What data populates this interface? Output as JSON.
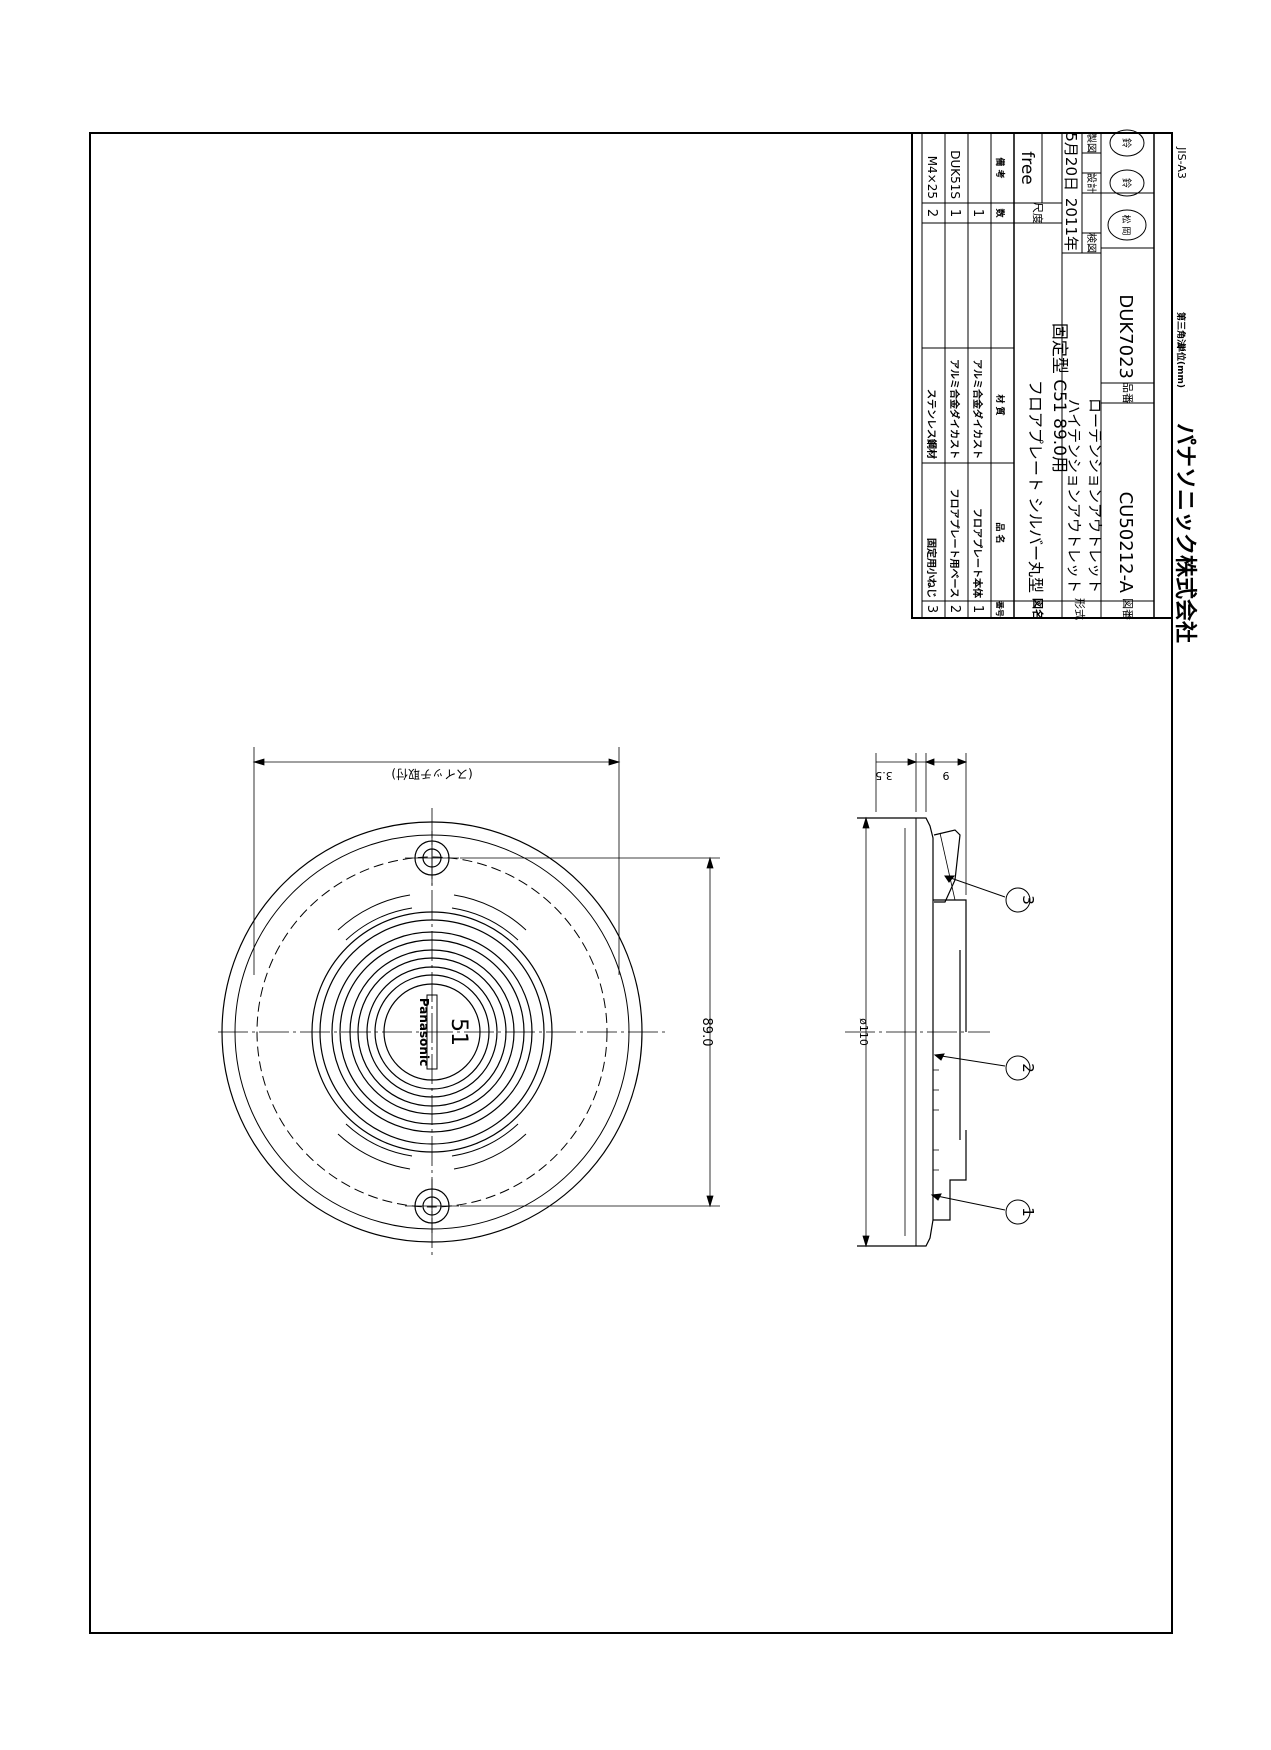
{
  "parts_list": {
    "header": {
      "no": "番号",
      "name": "品 名",
      "material": "材 質",
      "qty": "数",
      "remarks": "備 考"
    },
    "rows": [
      {
        "no": "3",
        "name": "固定用小ねじ",
        "material": "ステンレス鋼材",
        "qty": "2",
        "remarks": "M4×25"
      },
      {
        "no": "2",
        "name": "フロアプレート用ベース",
        "material": "アルミ合金ダイカスト",
        "qty": "1",
        "remarks": "DUK51S"
      },
      {
        "no": "1",
        "name": "フロアプレート本体",
        "material": "アルミ合金ダイカスト",
        "qty": "1",
        "remarks": ""
      }
    ]
  },
  "title_block": {
    "drawing_name_label": "図名",
    "drawing_name_line1": "フロアプレート シルバー丸型",
    "drawing_name_line2": "固定型 C51 89.0用",
    "scale_label": "尺度",
    "scale_value": "free",
    "model_label": "形式",
    "model_line1": "ハイテンションアウトレット",
    "model_line2": "ローテンションアウトレット",
    "date_year": "2011年",
    "date_monthday": "5月20日",
    "check_label": "検図",
    "design_label": "設計",
    "draft_label": "製図",
    "drawing_no_label": "図番",
    "drawing_no": "CU50212-A",
    "product_no_label": "品番",
    "product_no": "DUK7023",
    "stamp_check": "松 岡",
    "stamp_design": "鈴",
    "stamp_draft": "鈴",
    "company": "パナソニック株式会社",
    "unit_note": "単位(mm)",
    "projection_note": "第三角法",
    "paper": "JIS-A3"
  },
  "front_view": {
    "brand": "Panasonic",
    "number": "51",
    "dim_pitch": "89.0",
    "dim_note": "(スイッチ取付)"
  },
  "side_view": {
    "dim_dia": "ø110",
    "dim_thickness": "3.5",
    "dim_height": "9",
    "balloons": [
      "1",
      "2",
      "3"
    ]
  }
}
